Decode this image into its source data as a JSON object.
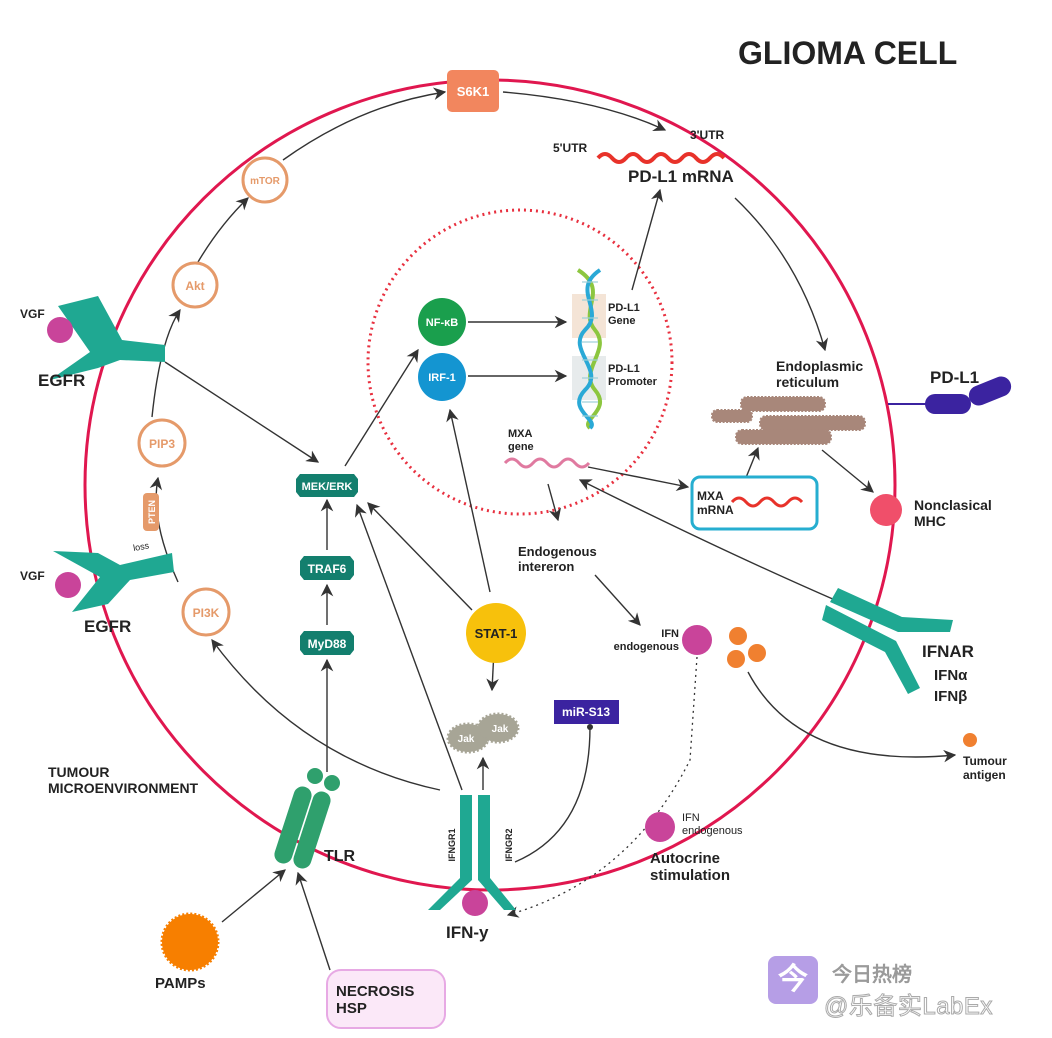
{
  "title": "GLIOMA CELL",
  "regions": {
    "microenvironment": "TUMOUR\nMICROENVIRONMENT"
  },
  "colors": {
    "membrane": "#e0174f",
    "nucleus_border": "#e8303f",
    "receptor_teal": "#1fa892",
    "signal_box_teal": "#137f6e",
    "pi3k_orange": "#e59a6a",
    "s6k1": "#f2865e",
    "nfkb": "#1a9f4d",
    "irf1": "#1495d1",
    "stat1": "#f7c10c",
    "mirs13": "#3b23a0",
    "pdl1_protein": "#3b23a0",
    "ligand_magenta": "#c9449a",
    "mhc_pink": "#f04f6a",
    "pamps_orange": "#f77f00",
    "tumour_antigen": "#f08030",
    "mrna_red": "#e8322a",
    "mxa_gene_pink": "#e07aa0",
    "er_brown": "#a8877a",
    "tlr_green": "#2fa06d",
    "necrosis_fill": "#fbe8f8",
    "necrosis_border": "#e7a9e4",
    "mxa_box_border": "#26aed0"
  },
  "nodes": {
    "s6k1": "S6K1",
    "mtor": "mTOR",
    "akt": "Akt",
    "pip3": "PIP3",
    "pten": "PTEN",
    "pten_loss": "loss",
    "pi3k": "PI3K",
    "mek_erk": "MEK/ERK",
    "traf6": "TRAF6",
    "myd88": "MyD88",
    "nfkb": "NF-κB",
    "irf1": "IRF-1",
    "stat1": "STAT-1",
    "jak1": "Jak",
    "jak2": "Jak",
    "mir_s13": "miR-S13",
    "pdl1_gene": "PD-L1\nGene",
    "pdl1_promoter": "PD-L1\nPromoter",
    "utr5": "5'UTR",
    "utr3": "3'UTR",
    "pdl1_mrna": "PD-L1 mRNA",
    "er": "Endoplasmic\nreticulum",
    "pdl1": "PD-L1",
    "mhc": "Nonclasical\nMHC",
    "mxa_gene": "MXA\ngene",
    "mxa_mrna": "MXA\nmRNA",
    "endogenous_interferon": "Endogenous\nintereron",
    "ifn_endogenous_inner": "IFN\nendogenous",
    "ifn_endogenous_outer": "IFN\nendogenous",
    "autocrine": "Autocrine\nstimulation",
    "ifnar": "IFNAR",
    "ifn_alpha": "IFNα",
    "ifn_beta": "IFNβ",
    "tumour_antigen": "Tumour\nantigen",
    "vgf_top": "VGF",
    "egfr_top": "EGFR",
    "vgf_bottom": "VGF",
    "egfr_bottom": "EGFR",
    "tlr": "TLR",
    "pamps": "PAMPs",
    "necrosis": "NECROSIS\nHSP",
    "ifngr1": "IFNGR1",
    "ifngr2": "IFNGR2",
    "ifn_gamma": "IFN-y"
  },
  "watermark": {
    "icon_glyph": "今",
    "title": "今日热榜",
    "subtitle": "@乐备实LabEx"
  }
}
